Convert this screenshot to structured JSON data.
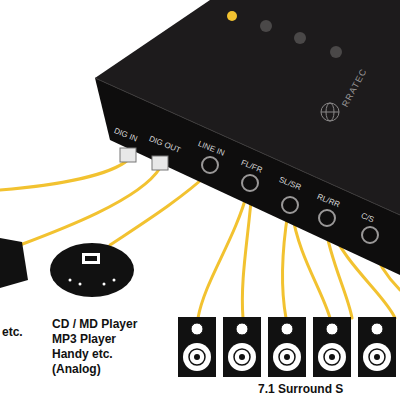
{
  "diagram": {
    "labels": [
      "DIG IN",
      "DIG OUT",
      "LINE IN",
      "FL/FR",
      "SL/SR",
      "RL/RR",
      "C/S",
      "RRATEC",
      "etc.",
      "CD / MD Player MP3 Player Handy etc. (Analog)",
      "7.1 Surround S"
    ]
  }
}
